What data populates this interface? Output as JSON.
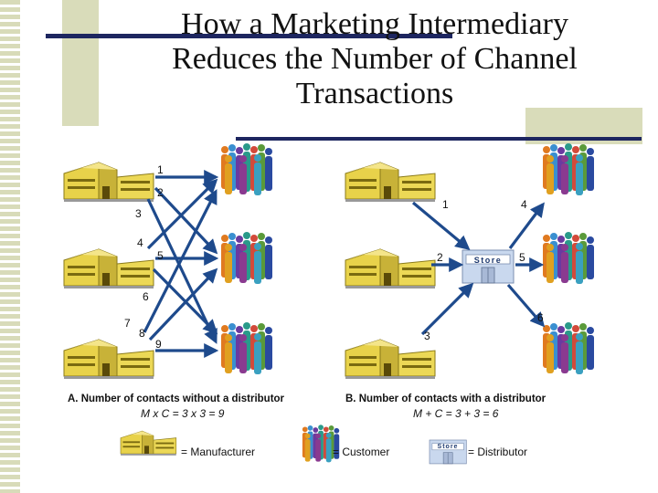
{
  "title_lines": [
    "How a Marketing Intermediary",
    "Reduces the Number of Channel",
    "Transactions"
  ],
  "panel_a": {
    "caption": "A. Number of contacts without a distributor",
    "formula": "M x C = 3 x 3 = 9",
    "contact_numbers": [
      "1",
      "2",
      "3",
      "4",
      "5",
      "6",
      "7",
      "8",
      "9"
    ]
  },
  "panel_b": {
    "caption": "B. Number of contacts with a distributor",
    "formula": "M + C = 3 + 3 = 6",
    "contact_numbers": [
      "1",
      "2",
      "3",
      "4",
      "5",
      "6"
    ],
    "store_label": "Store"
  },
  "legend": {
    "manufacturer": "= Manufacturer",
    "customer": "= Customer",
    "distributor": "= Distributor",
    "distributor_icon_label": "Store"
  },
  "colors": {
    "arrow": "#1e4a8c",
    "building": "#e8d24a",
    "rule": "#1d2660",
    "accent": "#d9dcba"
  }
}
